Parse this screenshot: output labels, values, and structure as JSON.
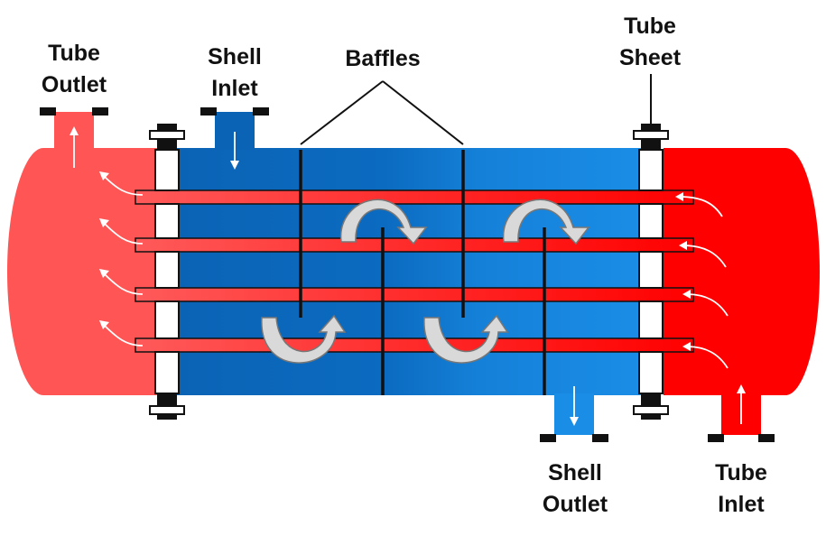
{
  "labels": {
    "tube_outlet": [
      "Tube",
      "Outlet"
    ],
    "shell_inlet": [
      "Shell",
      "Inlet"
    ],
    "baffles": [
      "Baffles"
    ],
    "tube_sheet": [
      "Tube",
      "Sheet"
    ],
    "shell_outlet": [
      "Shell",
      "Outlet"
    ],
    "tube_inlet": [
      "Tube",
      "Inlet"
    ]
  },
  "colors": {
    "hot": "#ff0000",
    "warm": "#ff5555",
    "shell_dark": "#0b63b5",
    "shell_light": "#1a8de6",
    "flow_arrow": "#d9d9d9"
  },
  "icons": {
    "flow": "curved-flow-arrow-icon",
    "direction": "straight-arrow-icon"
  }
}
